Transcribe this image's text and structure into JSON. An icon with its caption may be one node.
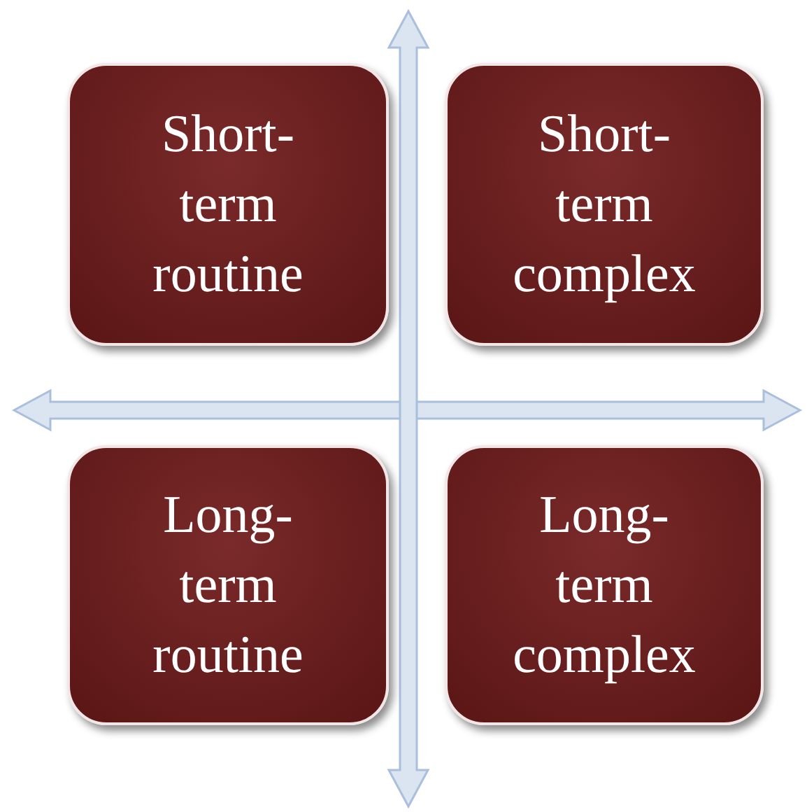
{
  "diagram": {
    "nodes": [
      {
        "text": [
          "Short-term routine"
        ]
      },
      {
        "text": [
          "Short-term complex"
        ]
      },
      {
        "text": [
          "Long-term routine"
        ]
      },
      {
        "text": [
          "Long-term complex"
        ]
      }
    ]
  }
}
